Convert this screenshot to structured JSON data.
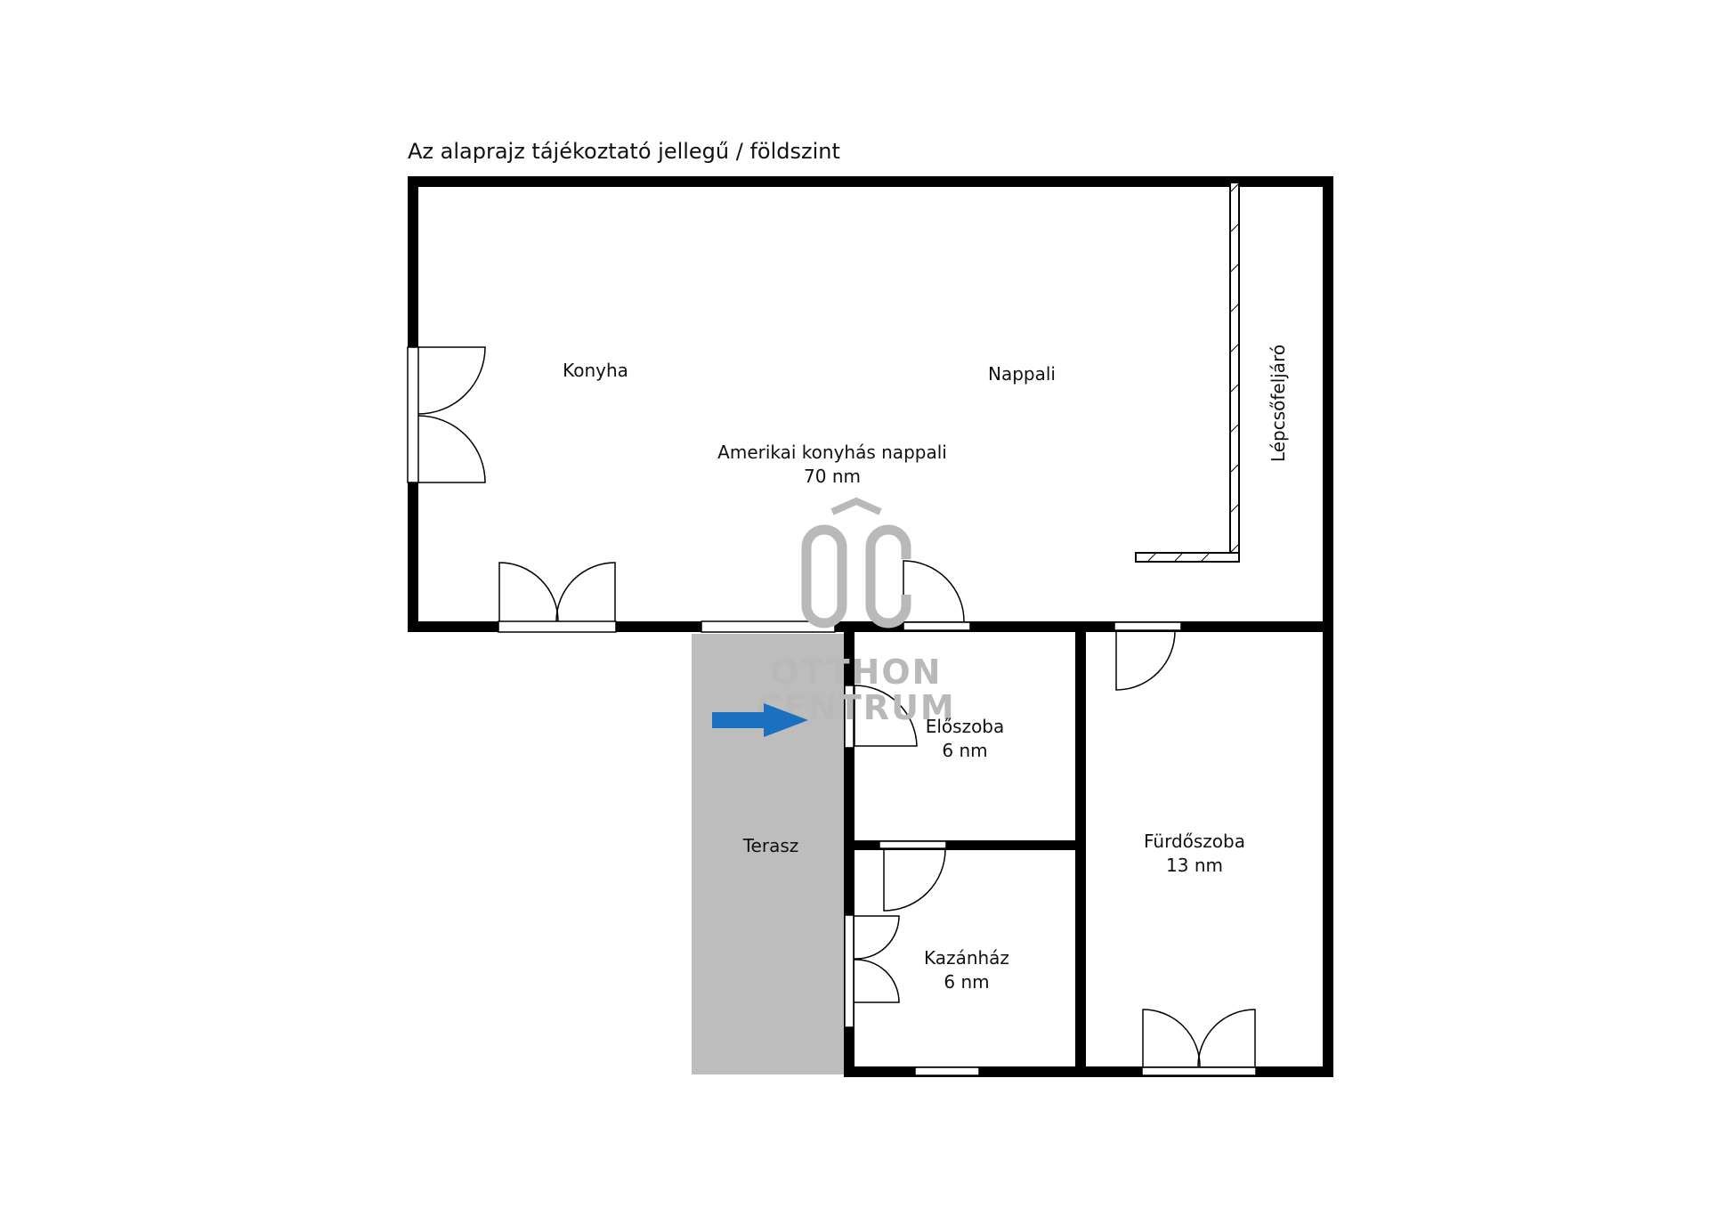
{
  "title": "Az alaprajz tájékoztató jellegű / földszint",
  "rooms": {
    "konyha": "Konyha",
    "nappali": "Nappali",
    "living": {
      "name": "Amerikai konyhás nappali",
      "area": "70 nm"
    },
    "stair": "Lépcsőfeljáró",
    "hall": {
      "name": "Előszoba",
      "area": "6 nm"
    },
    "bath": {
      "name": "Fürdőszoba",
      "area": "13 nm"
    },
    "boiler": {
      "name": "Kazánház",
      "area": "6 nm"
    },
    "terrace": "Terasz"
  },
  "watermark": {
    "monogram": "OC",
    "line1": "OTTHON",
    "line2": "CENTRUM"
  },
  "colors": {
    "wall": "#000000",
    "terrace": "#bdbdbd",
    "arrow": "#1a6fbf",
    "watermark": "#b9b9b9"
  },
  "icons": {
    "entry_arrow": "right-arrow-icon"
  }
}
